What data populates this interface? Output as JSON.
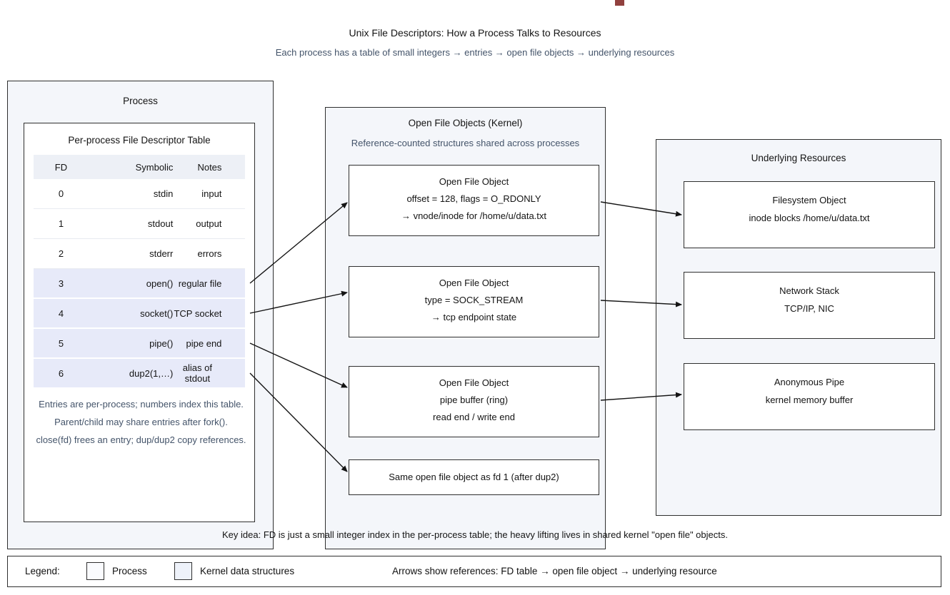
{
  "page": {
    "title": "Unix File Descriptors: How a Process Talks to Resources",
    "subtitle": "Each process has a table of small integers → entries → open file objects → underlying resources"
  },
  "process_panel": {
    "title": "Process",
    "table": {
      "title": "Per-process File Descriptor Table",
      "headers": [
        "FD",
        "Symbolic",
        "Notes"
      ],
      "rows": [
        {
          "fd": "0",
          "symbolic": "stdin",
          "notes": "input",
          "highlight": false
        },
        {
          "fd": "1",
          "symbolic": "stdout",
          "notes": "output",
          "highlight": false
        },
        {
          "fd": "2",
          "symbolic": "stderr",
          "notes": "errors",
          "highlight": false
        },
        {
          "fd": "3",
          "symbolic": "open()",
          "notes": "regular file",
          "highlight": true
        },
        {
          "fd": "4",
          "symbolic": "socket()",
          "notes": "TCP socket",
          "highlight": true
        },
        {
          "fd": "5",
          "symbolic": "pipe()",
          "notes": "pipe end",
          "highlight": true
        },
        {
          "fd": "6",
          "symbolic": "dup2(1,…)",
          "notes": "alias of stdout",
          "highlight": true
        }
      ]
    },
    "notes": [
      "Entries are per-process; numbers index this table.",
      "Parent/child may share entries after fork().",
      "close(fd) frees an entry; dup/dup2 copy references."
    ]
  },
  "kernel_panel": {
    "title": "Open File Objects (Kernel)",
    "subtitle": "Reference-counted structures shared across processes",
    "objects": [
      {
        "lines": [
          "Open File Object",
          "offset = 128, flags = O_RDONLY",
          "→ vnode/inode for /home/u/data.txt"
        ]
      },
      {
        "lines": [
          "Open File Object",
          "type = SOCK_STREAM",
          "→ tcp endpoint state"
        ]
      },
      {
        "lines": [
          "Open File Object",
          "pipe buffer (ring)",
          "read end / write end"
        ]
      },
      {
        "lines": [
          "Same open file object as fd 1 (after dup2)"
        ]
      }
    ]
  },
  "resources_panel": {
    "title": "Underlying Resources",
    "items": [
      {
        "lines": [
          "Filesystem Object",
          "inode blocks /home/u/data.txt"
        ]
      },
      {
        "lines": [
          "Network Stack",
          "TCP/IP, NIC"
        ]
      },
      {
        "lines": [
          "Anonymous Pipe",
          "kernel memory buffer"
        ]
      }
    ]
  },
  "key_idea": "Key idea: FD is just a small integer index in the per-process table; the heavy lifting lives in shared kernel \"open file\" objects.",
  "legend": {
    "label": "Legend:",
    "items": [
      {
        "label": "Process"
      },
      {
        "label": "Kernel data structures"
      }
    ],
    "arrows_note": "Arrows show references: FD table → open file object → underlying resource"
  },
  "colors": {
    "accent_text": "#44546a",
    "panel_bg": "#f4f6fa",
    "highlight_row": "#e7eaf9",
    "header_row": "#edf0f6",
    "red_mark": "#91403e",
    "border_dark": "#2f2f2f"
  }
}
